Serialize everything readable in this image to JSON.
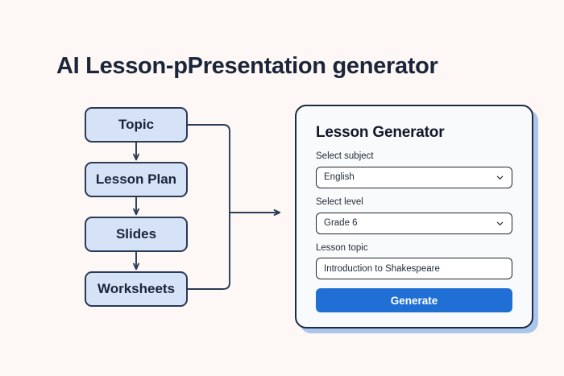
{
  "page": {
    "title": "AI Lesson-pPresentation generator",
    "background_color": "#fdf8f5"
  },
  "flow": {
    "nodes": [
      {
        "label": "Topic"
      },
      {
        "label": "Lesson Plan"
      },
      {
        "label": "Slides"
      },
      {
        "label": "Worksheets"
      }
    ],
    "node_fill_color": "#d6e2f5",
    "node_border_color": "#2b3a55",
    "connector_color": "#2b3a55"
  },
  "card": {
    "title": "Lesson Generator",
    "border_color": "#1f2a44",
    "shadow_color": "#aac6ea",
    "fields": [
      {
        "label": "Select subject",
        "value": "English",
        "type": "select",
        "icon": "chevron-down-icon"
      },
      {
        "label": "Select level",
        "value": "Grade 6",
        "type": "select",
        "icon": "chevron-down-icon"
      },
      {
        "label": "Lesson topic",
        "value": "Introduction to Shakespeare",
        "type": "text",
        "icon": ""
      }
    ],
    "submit_label": "Generate",
    "submit_color": "#1f6fd5"
  }
}
